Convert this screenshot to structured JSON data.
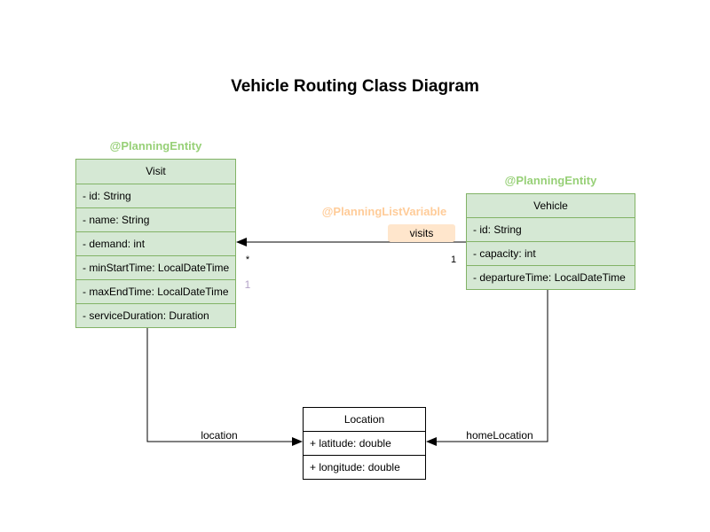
{
  "title": "Vehicle Routing Class Diagram",
  "colors": {
    "entity_fill": "#d5e8d4",
    "entity_border": "#82b366",
    "annotation_green": "#97d077",
    "annotation_orange": "#ffcc99",
    "visits_badge_fill": "#ffe6cc",
    "plain_fill": "#ffffff",
    "plain_border": "#000000",
    "muted_multiplicity": "#b3a2c7",
    "edge_color": "#000000"
  },
  "classes": {
    "visit": {
      "annotation": "@PlanningEntity",
      "name": "Visit",
      "attributes": [
        "- id: String",
        "- name: String",
        "- demand: int",
        "- minStartTime: LocalDateTime",
        "- maxEndTime: LocalDateTime",
        "- serviceDuration: Duration"
      ]
    },
    "vehicle": {
      "annotation": "@PlanningEntity",
      "name": "Vehicle",
      "attributes": [
        "- id: String",
        "- capacity: int",
        "- departureTime: LocalDateTime"
      ]
    },
    "location": {
      "name": "Location",
      "attributes": [
        "+ latitude: double",
        "+ longitude: double"
      ]
    }
  },
  "relationships": {
    "visits": {
      "annotation": "@PlanningListVariable",
      "label": "visits",
      "source_multiplicity": "1",
      "target_multiplicity": "*",
      "extra_multiplicity": "1"
    },
    "location": {
      "label": "location"
    },
    "homeLocation": {
      "label": "homeLocation"
    }
  }
}
